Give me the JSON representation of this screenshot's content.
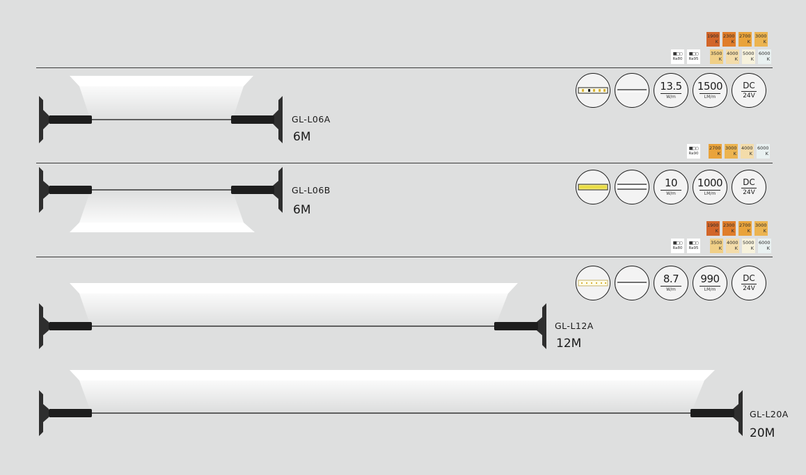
{
  "products": [
    {
      "model": "GL-L06A",
      "length": "6M",
      "cct": [
        "1900\nK",
        "2300\nK",
        "2700\nK",
        "3000\nK",
        "3500\nK",
        "4000\nK",
        "5000\nK",
        "6000\nK"
      ],
      "cri": [
        "Ra80",
        "Ra95"
      ],
      "power": "13.5",
      "power_unit": "W/m",
      "lumen": "1500",
      "lumen_unit": "LM/m",
      "dc": "DC",
      "voltage": "24V"
    },
    {
      "model": "GL-L06B",
      "length": "6M",
      "cct": [
        "2700\nK",
        "3000\nK",
        "4000\nK",
        "6000\nK"
      ],
      "cri": [
        "Ra90"
      ],
      "power": "10",
      "power_unit": "W/m",
      "lumen": "1000",
      "lumen_unit": "LM/m",
      "dc": "DC",
      "voltage": "24V"
    },
    {
      "model": "GL-L12A",
      "length": "12M",
      "cct": [
        "1900\nK",
        "2300\nK",
        "2700\nK",
        "3000\nK",
        "3500\nK",
        "4000\nK",
        "5000\nK",
        "6000\nK"
      ],
      "cri": [
        "Ra80",
        "Ra95"
      ],
      "power": "8.7",
      "power_unit": "W/m",
      "lumen": "990",
      "lumen_unit": "LM/m",
      "dc": "DC",
      "voltage": "24V"
    },
    {
      "model": "GL-L20A",
      "length": "20M"
    }
  ],
  "cct_values": {
    "a": {
      "top": [
        "1900",
        "2300",
        "2700",
        "3000"
      ],
      "bottom": [
        "3500",
        "4000",
        "5000",
        "6000"
      ]
    },
    "b": [
      "2700",
      "3000",
      "4000",
      "6000"
    ],
    "k": "K"
  },
  "cct_colors": {
    "1900": "#d2662a",
    "2300": "#e07d2a",
    "2700": "#e9a33b",
    "3000": "#ecb450",
    "3500": "#f0cf86",
    "4000": "#f3dcaa",
    "5000": "#f7f2dc",
    "6000": "#e9f1f1"
  },
  "icons": [
    "strip-chip-icon",
    "diffuser-profile-icon",
    "power-icon",
    "lumen-icon",
    "dc-voltage-icon"
  ]
}
